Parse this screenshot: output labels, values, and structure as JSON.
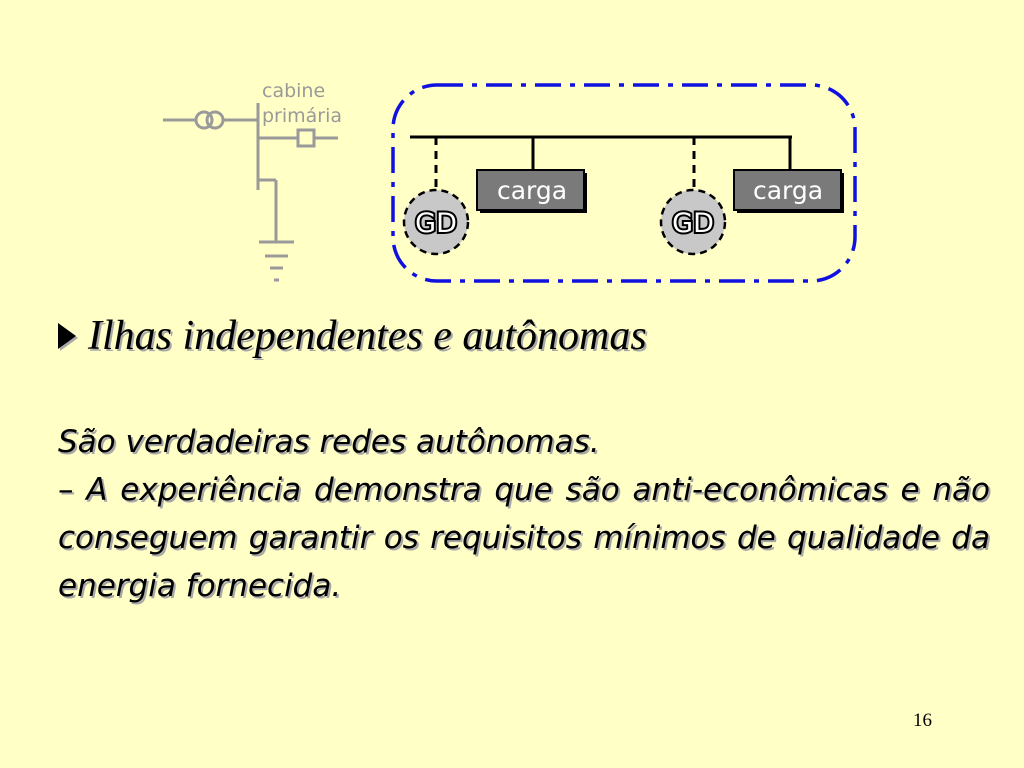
{
  "diagram": {
    "cabine_line1": "cabine",
    "cabine_line2": "primária",
    "loads": [
      "carga",
      "carga"
    ],
    "generators": [
      "GD",
      "GD"
    ],
    "colors": {
      "single_line": "#9a9a9a",
      "island_border": "#1010e0",
      "load_fill": "#7a7a7a",
      "gd_fill": "#c8c8c8"
    }
  },
  "heading": "Ilhas independentes e autônomas",
  "body": {
    "line1": "São verdadeiras redes autônomas.",
    "line2": "– A experiência demonstra que são anti-econômicas e não conseguem garantir os requisitos mínimos de qualidade da energia fornecida."
  },
  "page_number": "16"
}
